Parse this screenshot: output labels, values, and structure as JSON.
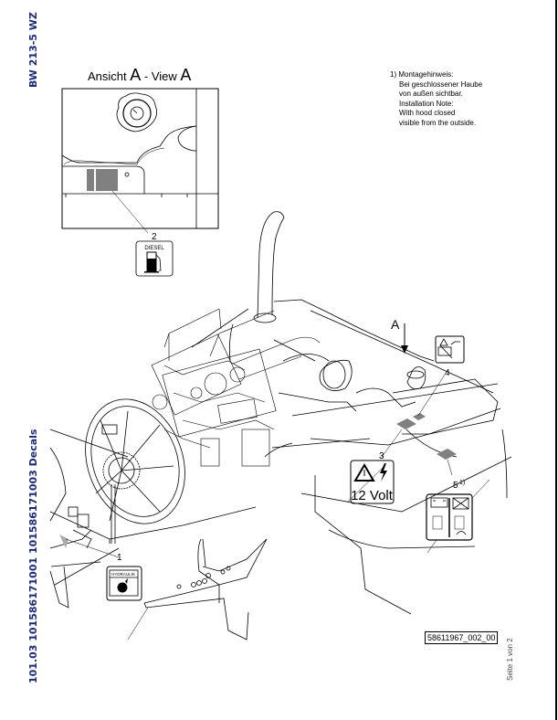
{
  "header": {
    "model": "BW 213-5 WZ",
    "document_id": "101.03 101586171001 101586171003 Decals",
    "page": "Seite 1 von 2"
  },
  "view_title": {
    "prefix": "Ansicht ",
    "letter1": "A",
    "mid": " - View ",
    "letter2": "A"
  },
  "note": {
    "marker": "1)",
    "lines": [
      "Montagehinweis:",
      "Bei geschlossener Haube",
      "von außen sichtbar.",
      "Installation Note:",
      "With hood closed",
      "visible from the outside."
    ]
  },
  "view_arrow_label": "A",
  "callouts": [
    {
      "number": "1",
      "label": "HYDRAULIK",
      "icon": "hydraulic-oil-drop-icon"
    },
    {
      "number": "2",
      "label": "DIESEL",
      "icon": "fuel-pump-icon"
    },
    {
      "number": "3",
      "label": "12 Volt",
      "icon": "electrical-warning-icon"
    },
    {
      "number": "4",
      "label": "",
      "icon": "battery-disconnect-warning-icon"
    },
    {
      "number": "5",
      "superscript": "1)",
      "label": "",
      "icon": "battery-jump-start-icon"
    }
  ],
  "drawing_reference": "58611967_002_00",
  "colors": {
    "text_blue": "#1a2a7a",
    "decal_fill": "#808080",
    "line": "#000000"
  }
}
